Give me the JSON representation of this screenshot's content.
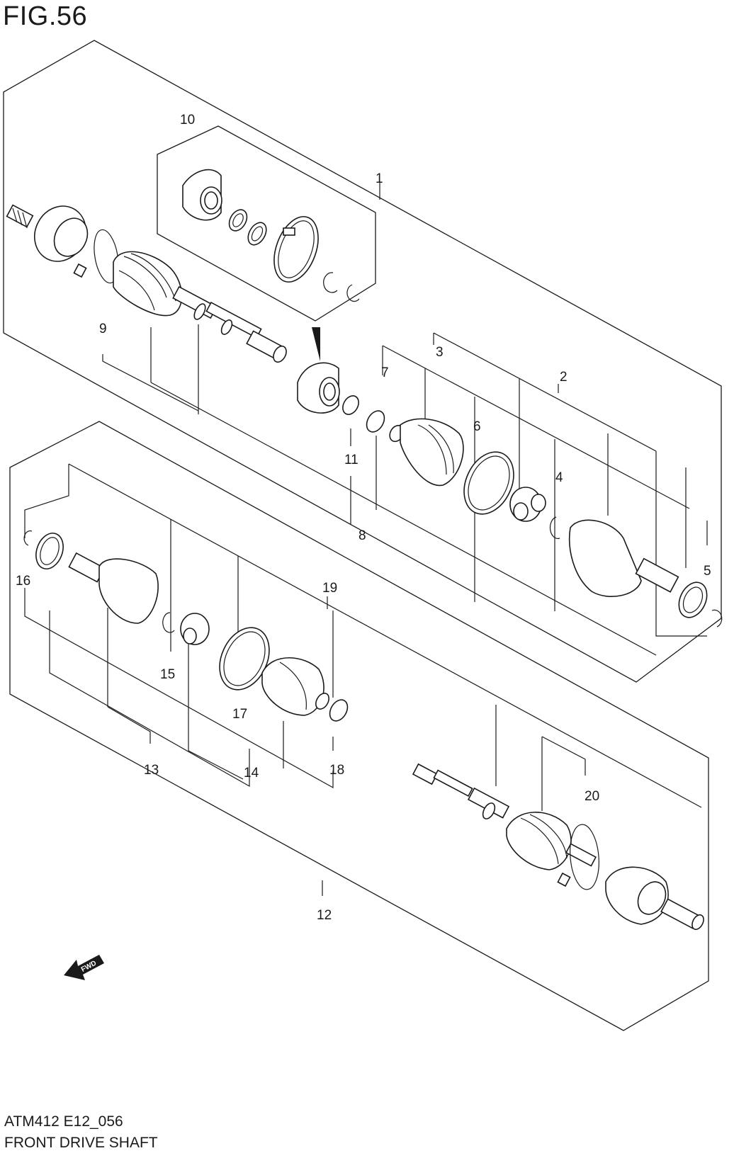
{
  "figure": {
    "title": "FIG.56",
    "drawing_code": "ATM412 E12_056",
    "caption": "FRONT DRIVE SHAFT"
  },
  "callouts": {
    "c1": "1",
    "c2": "2",
    "c3": "3",
    "c4": "4",
    "c5": "5",
    "c6": "6",
    "c7": "7",
    "c8": "8",
    "c9": "9",
    "c10": "10",
    "c11": "11",
    "c12": "12",
    "c13": "13",
    "c14": "14",
    "c15": "15",
    "c16": "16",
    "c17": "17",
    "c18": "18",
    "c19": "19",
    "c20": "20"
  },
  "direction_marker": {
    "label": "FWD",
    "icon": "forward-arrow-icon"
  }
}
